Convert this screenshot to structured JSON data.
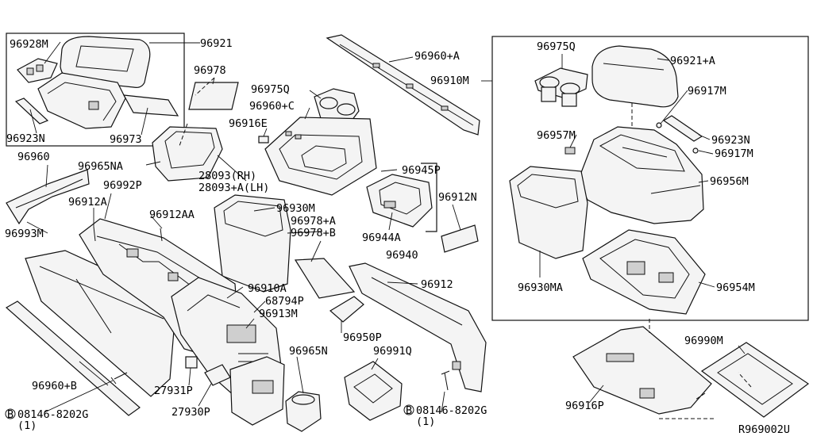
{
  "labels": {
    "p96928M": "96928M",
    "p96921": "96921",
    "p96923N_l": "96923N",
    "p96973": "96973",
    "p96978": "96978",
    "p96960": "96960",
    "p96965NA": "96965NA",
    "p96992P": "96992P",
    "p96912A": "96912A",
    "p96912AA": "96912AA",
    "p96993M": "96993M",
    "p96960_plus_A": "96960+A",
    "p96910M": "96910M",
    "p96975Q_c": "96975Q",
    "p96960_plus_C": "96960+C",
    "p96916E": "96916E",
    "p28093_rh": "28093(RH)",
    "p28093_lh": "28093+A(LH)",
    "p96930M": "96930M",
    "p96978_plus_A": "96978+A",
    "p96978_plus_B": "96978+B",
    "p96945P": "96945P",
    "p96912N": "96912N",
    "p96944A": "96944A",
    "p96940": "96940",
    "p96910A": "96910A",
    "p68794P": "68794P",
    "p96913M": "96913M",
    "p96912": "96912",
    "p96950P": "96950P",
    "p96965N": "96965N",
    "p96991Q": "96991Q",
    "p96960_plus_B": "96960+B",
    "p27931P": "27931P",
    "p27930P": "27930P",
    "bolt_l": "08146-8202G",
    "bolt_l_qty": "(1)",
    "bolt_r": "08146-8202G",
    "bolt_r_qty": "(1)",
    "p96975Q_r": "96975Q",
    "p96921_plus_A": "96921+A",
    "p96917M_a": "96917M",
    "p96923N_r": "96923N",
    "p96917M_b": "96917M",
    "p96957M": "96957M",
    "p96956M": "96956M",
    "p96930MA": "96930MA",
    "p96954M": "96954M",
    "p96990M": "96990M",
    "p96916P": "96916P",
    "diagram_ref": "R969002U"
  },
  "bolt_symbol": "B"
}
